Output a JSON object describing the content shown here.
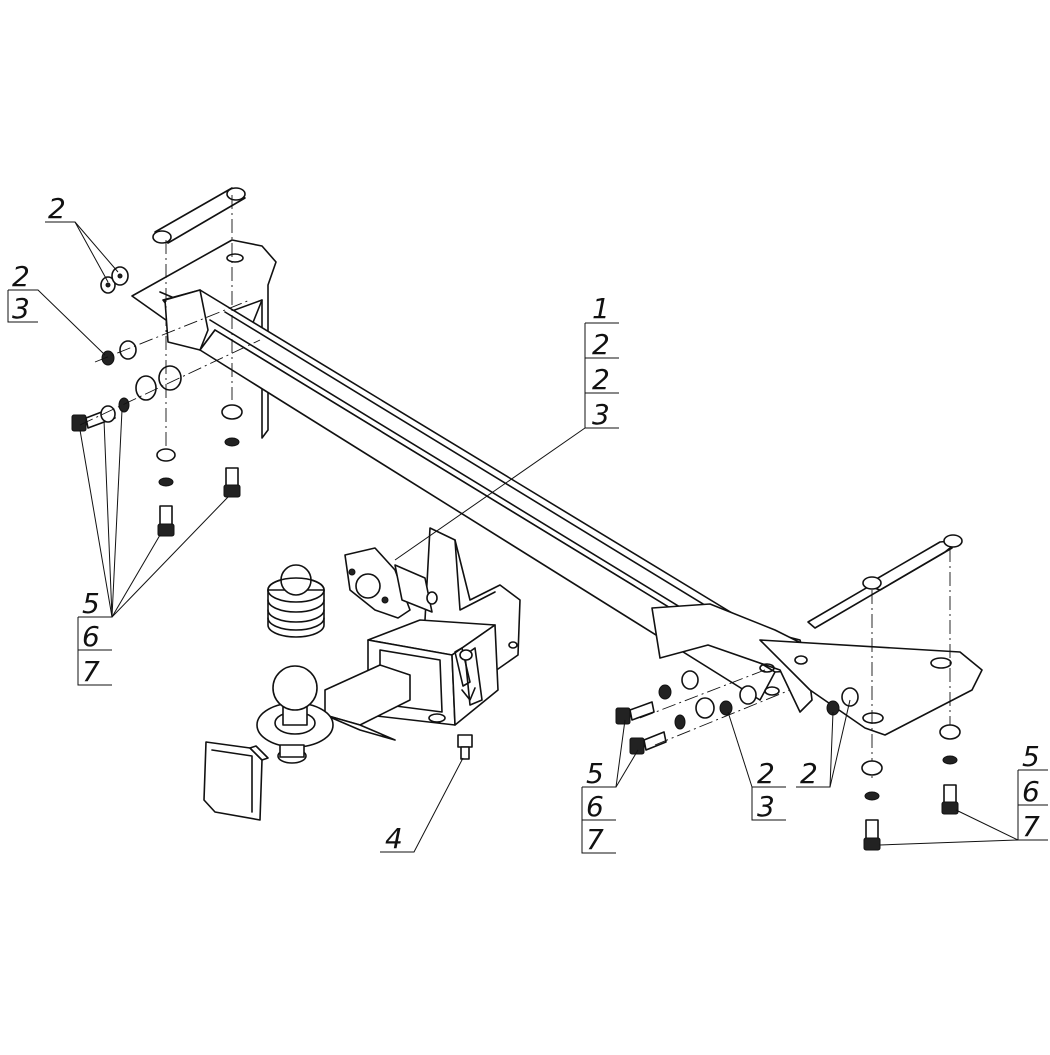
{
  "diagram": {
    "labels": {
      "top_left_2": "2",
      "left_2": "2",
      "left_3": "3",
      "left_5": "5",
      "left_6": "6",
      "left_7": "7",
      "top_1": "1",
      "top_2a": "2",
      "top_2b": "2",
      "top_3": "3",
      "bottom_4": "4",
      "mid_5": "5",
      "mid_6": "6",
      "mid_7": "7",
      "mid_2": "2",
      "mid_3": "3",
      "right_2": "2",
      "right_5": "5",
      "right_6": "6",
      "right_7": "7"
    }
  }
}
